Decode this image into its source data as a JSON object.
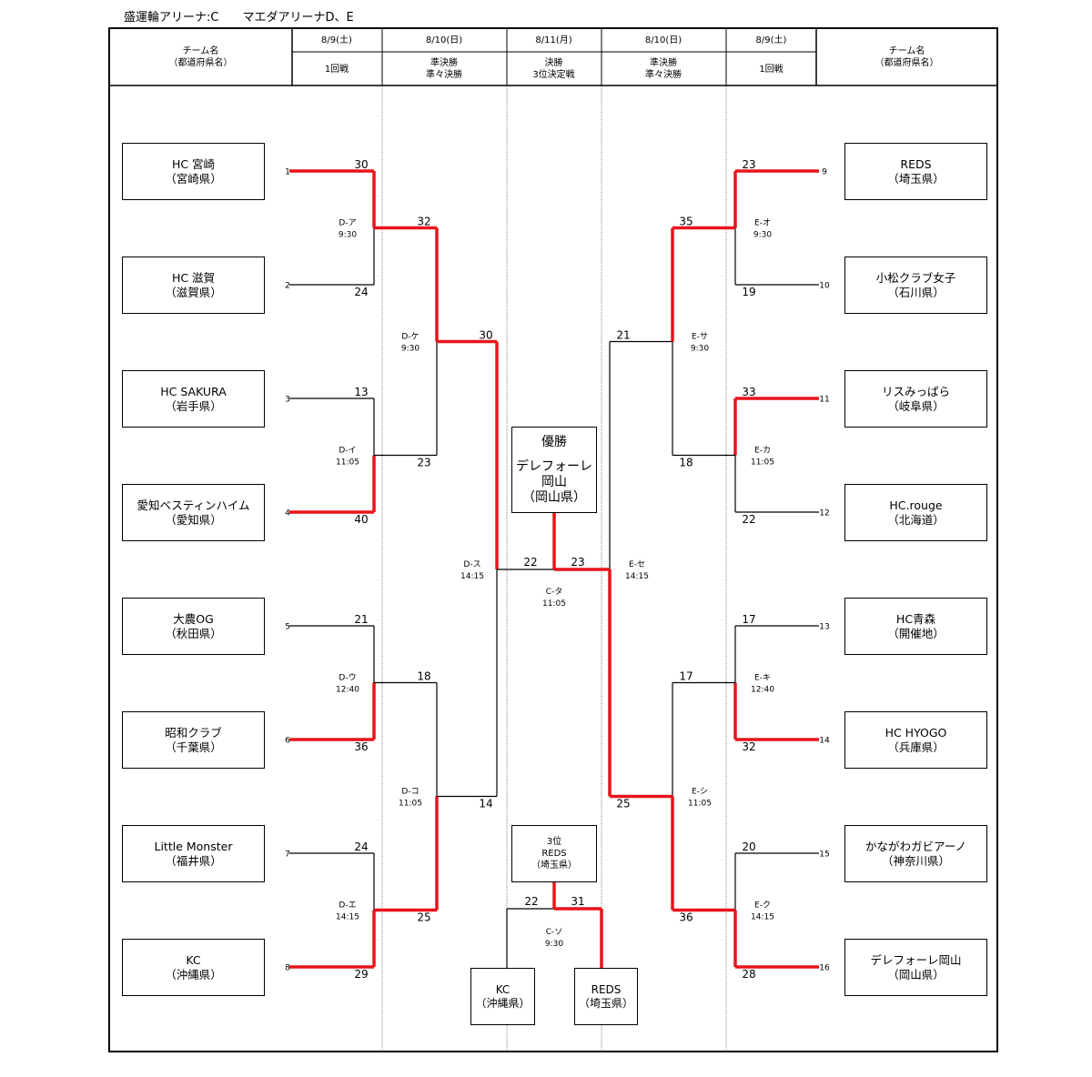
{
  "venue": "盛運輪アリーナ:C　　マエダアリーナD、E",
  "header": {
    "team_label": "チーム名\n（都道府県名）",
    "cols": [
      {
        "date": "8/9(土)",
        "round": "1回戦"
      },
      {
        "date": "8/10(日)",
        "round": "準決勝\n準々決勝"
      },
      {
        "date": "8/11(月)",
        "round": "決勝\n3位決定戦"
      },
      {
        "date": "8/10(日)",
        "round": "準決勝\n準々決勝"
      },
      {
        "date": "8/9(土)",
        "round": "1回戦"
      }
    ]
  },
  "left_teams": [
    {
      "seed": "1",
      "name": "HC 宮崎",
      "pref": "（宮崎県）"
    },
    {
      "seed": "2",
      "name": "HC 滋賀",
      "pref": "（滋賀県）"
    },
    {
      "seed": "3",
      "name": "HC SAKURA",
      "pref": "（岩手県）"
    },
    {
      "seed": "4",
      "name": "愛知ベスティンハイム",
      "pref": "（愛知県）"
    },
    {
      "seed": "5",
      "name": "大農OG",
      "pref": "（秋田県）"
    },
    {
      "seed": "6",
      "name": "昭和クラブ",
      "pref": "（千葉県）"
    },
    {
      "seed": "7",
      "name": "Little Monster",
      "pref": "（福井県）"
    },
    {
      "seed": "8",
      "name": "KC",
      "pref": "（沖縄県）"
    }
  ],
  "right_teams": [
    {
      "seed": "9",
      "name": "REDS",
      "pref": "（埼玉県）"
    },
    {
      "seed": "10",
      "name": "小松クラブ女子",
      "pref": "（石川県）"
    },
    {
      "seed": "11",
      "name": "リスみっぱら",
      "pref": "（岐阜県）"
    },
    {
      "seed": "12",
      "name": "HC.rouge",
      "pref": "（北海道）"
    },
    {
      "seed": "13",
      "name": "HC青森",
      "pref": "（開催地）"
    },
    {
      "seed": "14",
      "name": "HC HYOGO",
      "pref": "（兵庫県）"
    },
    {
      "seed": "15",
      "name": "かながわガビアーノ",
      "pref": "（神奈川県）"
    },
    {
      "seed": "16",
      "name": "デレフォーレ岡山",
      "pref": "（岡山県）"
    }
  ],
  "left_r1": [
    {
      "label": "D-ア",
      "time": "9:30",
      "top": "30",
      "bottom": "24",
      "winner": "top"
    },
    {
      "label": "D-イ",
      "time": "11:05",
      "top": "13",
      "bottom": "40",
      "winner": "bottom"
    },
    {
      "label": "D-ウ",
      "time": "12:40",
      "top": "21",
      "bottom": "36",
      "winner": "bottom"
    },
    {
      "label": "D-エ",
      "time": "14:15",
      "top": "24",
      "bottom": "29",
      "winner": "bottom"
    }
  ],
  "left_qf": [
    {
      "label": "D-ケ",
      "time": "9:30",
      "top": "32",
      "bottom": "23",
      "winner": "top"
    },
    {
      "label": "D-コ",
      "time": "11:05",
      "top": "18",
      "bottom": "25",
      "winner": "bottom"
    }
  ],
  "left_sf": {
    "label": "D-ス",
    "time": "14:15",
    "top": "30",
    "bottom": "14",
    "winner": "top"
  },
  "right_r1": [
    {
      "label": "E-オ",
      "time": "9:30",
      "top": "23",
      "bottom": "19",
      "winner": "top"
    },
    {
      "label": "E-カ",
      "time": "11:05",
      "top": "33",
      "bottom": "22",
      "winner": "top"
    },
    {
      "label": "E-キ",
      "time": "12:40",
      "top": "17",
      "bottom": "32",
      "winner": "bottom"
    },
    {
      "label": "E-ク",
      "time": "14:15",
      "top": "20",
      "bottom": "28",
      "winner": "bottom"
    }
  ],
  "right_qf": [
    {
      "label": "E-サ",
      "time": "9:30",
      "top": "35",
      "bottom": "18",
      "winner": "top"
    },
    {
      "label": "E-シ",
      "time": "11:05",
      "top": "17",
      "bottom": "36",
      "winner": "bottom"
    }
  ],
  "right_sf": {
    "label": "E-セ",
    "time": "14:15",
    "top": "21",
    "bottom": "25",
    "winner": "bottom"
  },
  "final": {
    "label": "C-タ",
    "time": "11:05",
    "left": "22",
    "right": "23",
    "winner": "right"
  },
  "champion": {
    "title": "優勝",
    "name": "デレフォーレ\n岡山",
    "pref": "（岡山県）"
  },
  "third_place": {
    "label": "C-ソ",
    "time": "9:30",
    "left": "22",
    "right": "31",
    "winner": "right",
    "box": {
      "title": "3位",
      "name": "REDS",
      "pref": "（埼玉県）"
    },
    "left_team": {
      "name": "KC",
      "pref": "（沖縄県）"
    },
    "right_team": {
      "name": "REDS",
      "pref": "（埼玉県）"
    }
  },
  "colors": {
    "win_line": "#e8141b",
    "line": "#000000",
    "grid": "#666666"
  }
}
